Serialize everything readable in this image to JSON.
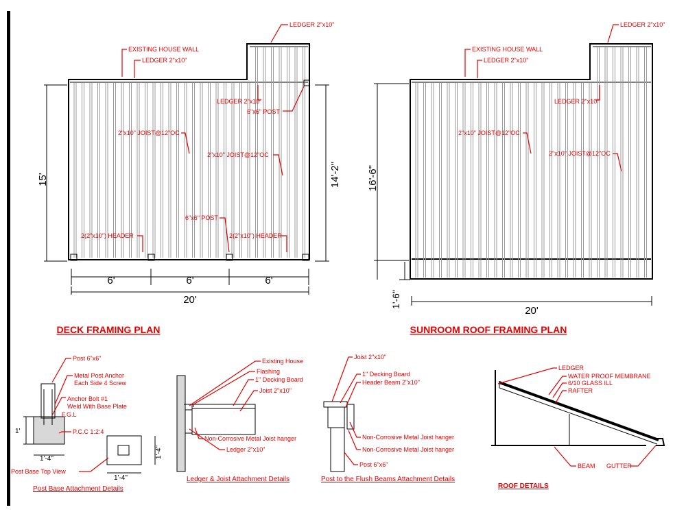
{
  "deck_plan": {
    "title": "DECK FRAMING PLAN",
    "dim_15": "15'",
    "dim_14_2": "14'-2\"",
    "dim_6a": "6'",
    "dim_6b": "6'",
    "dim_6c": "6'",
    "dim_20": "20'",
    "labels": {
      "ledger_top": "LEDGER 2\"x10\"",
      "existing_wall": "EXISTING HOUSE WALL",
      "ledger_mid": "LEDGER 2\"x10\"",
      "ledger_right": "LEDGER 2\"x10\"",
      "post_top": "6\"x6\" POST",
      "joist_1": "2\"x10\" JOIST@12\"OC",
      "joist_2": "2\"x10\" JOIST@12\"OC",
      "post_mid": "6\"x6\" POST",
      "header_1": "2(2\"x10\") HEADER",
      "header_2": "2(2\"x10\") HEADER"
    }
  },
  "roof_plan": {
    "title": "SUNROOM ROOF FRAMING PLAN",
    "dim_16_6": "16'-6\"",
    "dim_1_6": "1'-6\"",
    "dim_20": "20'",
    "labels": {
      "ledger_top": "LEDGER 2\"x10\"",
      "existing_wall": "EXISTING HOUSE WALL",
      "ledger_mid": "LEDGER 2\"x10\"",
      "ledger_right": "LEDGER 2\"x10\"",
      "joist_1": "2\"x10\" JOIST@12\"OC",
      "joist_2": "2\"x10\" JOIST@12\"OC"
    }
  },
  "post_base": {
    "title": "Post Base Attachment Details",
    "post": "Post 6\"x6\"",
    "anchor": "Metal Post Anchor",
    "anchor2": "Each Side 4 Screw",
    "bolt": "Anchor Bolt #1",
    "bolt2": "Weld With Base Plate",
    "fgl": "F.G.L",
    "pcc": "P.C.C 1:2:4",
    "dim_1": "1'",
    "dim_1_4a": "1'-4\"",
    "dim_1_4b": "1'-4\"",
    "dim_1_4c": "1'-4\"",
    "top_view": "Post Base Top View"
  },
  "ledger_joist": {
    "title": "Ledger & Joist Attachment Details",
    "house": "Existing House",
    "flashing": "Flashing",
    "decking": "1\" Decking Board",
    "joist": "Joist 2\"x10\"",
    "hanger": "Non-Corrosive Metal Joist hanger",
    "ledger": "Ledger 2\"x10\""
  },
  "post_beam": {
    "title": "Post to the Flush Beams Attachment Details",
    "joist": "Joist 2\"x10\"",
    "decking": "1\" Decking Board",
    "header": "Header Beam 2\"x10\"",
    "hanger1": "Non-Corrosive Metal Joist hanger",
    "hanger2": "Non-Corrosive Metal Joist hanger",
    "post": "Post 6\"x6\""
  },
  "roof_details": {
    "title": "ROOF DETAILS",
    "ledger": "LEDGER",
    "membrane": "WATER PROOF MEMBRANE",
    "glass": "6/10 GLASS ILL",
    "rafter": "RAFTER",
    "beam": "BEAM",
    "gutter": "GUTTER"
  }
}
